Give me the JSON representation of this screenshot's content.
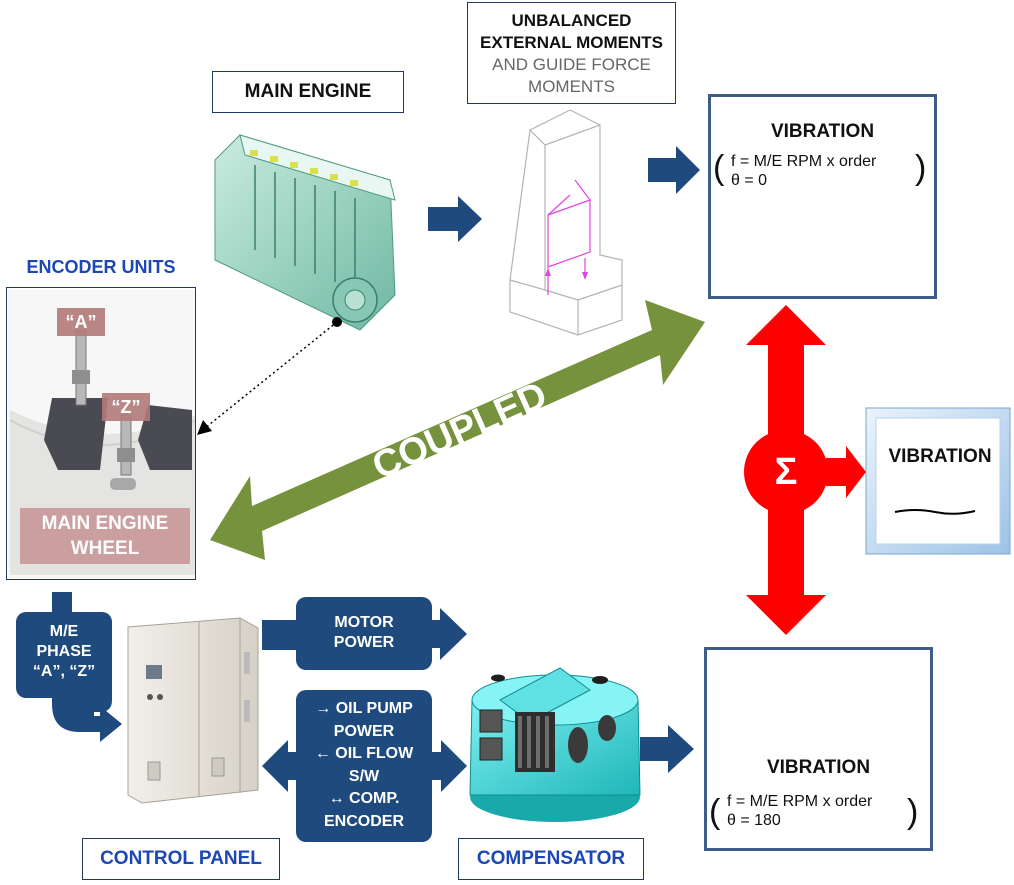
{
  "labels": {
    "main_engine": "MAIN ENGINE",
    "unbalanced_line1": "UNBALANCED",
    "unbalanced_line2": "EXTERNAL MOMENTS",
    "unbalanced_line3": "AND GUIDE FORCE",
    "unbalanced_line4": "MOMENTS",
    "encoder_units": "ENCODER UNITS",
    "encoder_a": "“A”",
    "encoder_z": "“Z”",
    "main_engine_wheel_1": "MAIN ENGINE",
    "main_engine_wheel_2": "WHEEL",
    "coupled": "COUPLED",
    "sigma": "Σ",
    "control_panel": "CONTROL PANEL",
    "compensator": "COMPENSATOR"
  },
  "vibration_top": {
    "title": "VIBRATION",
    "formula_line1": "f = M/E RPM x order",
    "formula_line2": "θ = 0"
  },
  "vibration_bottom": {
    "title": "VIBRATION",
    "formula_line1": "f = M/E RPM x order",
    "formula_line2": "θ = 180"
  },
  "vibration_result": {
    "title": "VIBRATION"
  },
  "me_phase": {
    "line1": "M/E",
    "line2": "PHASE",
    "line3": "“A”, “Z”"
  },
  "motor_power": {
    "line1": "MOTOR",
    "line2": "POWER"
  },
  "signals": {
    "line1": "→ OIL PUMP",
    "line2": "POWER",
    "line3": "← OIL FLOW",
    "line4": "S/W",
    "line5": "↔ COMP.",
    "line6": "ENCODER"
  },
  "colors": {
    "navy_arrow": "#1f4a7e",
    "coupled_green": "#76923c",
    "sum_red": "#ff0000",
    "label_blue": "#1d47b5"
  },
  "icons": [
    "main-engine-image",
    "cantilever-structure-image",
    "encoder-wheel-image",
    "control-panel-cabinet-image",
    "compensator-machine-image"
  ]
}
